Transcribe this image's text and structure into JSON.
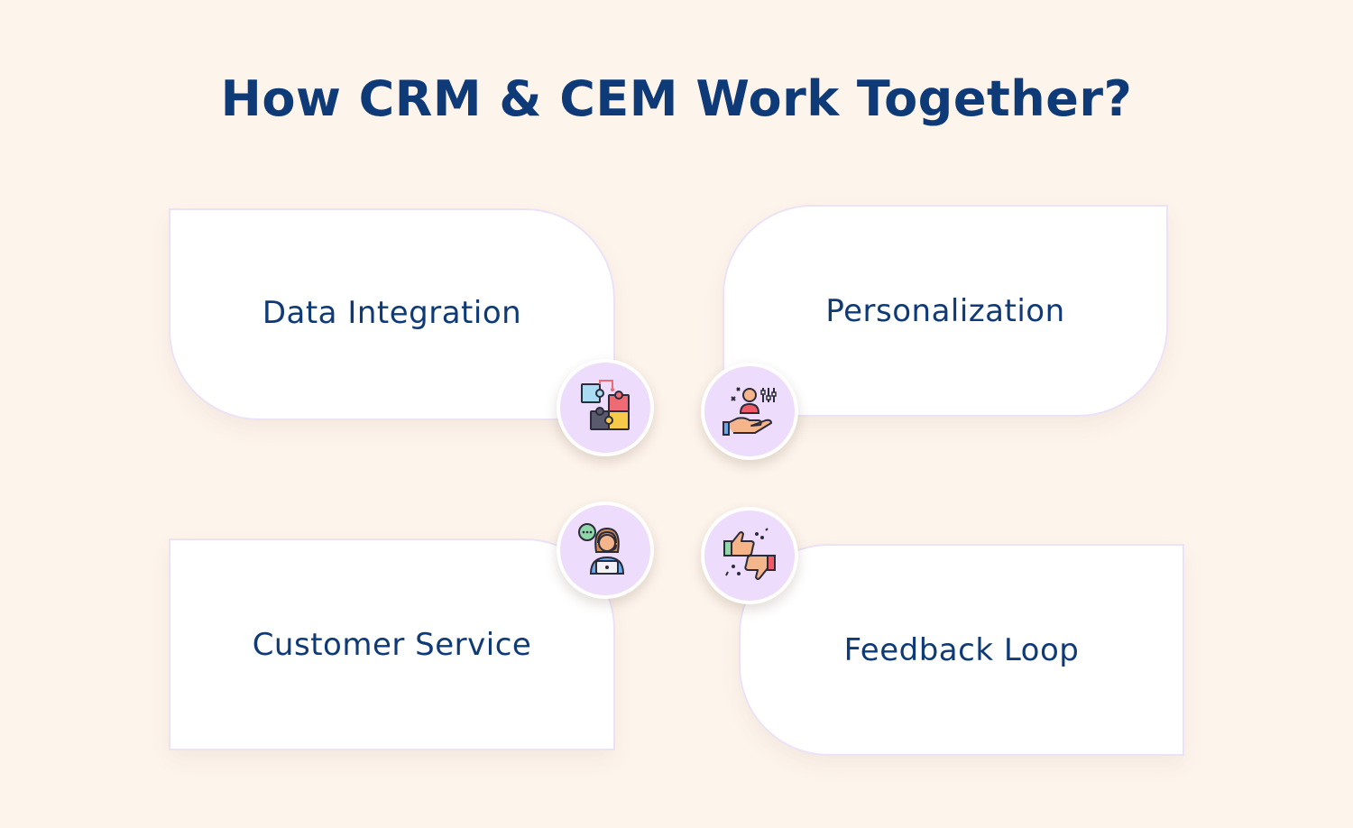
{
  "title": "How CRM & CEM Work Together?",
  "cards": [
    {
      "label": "Data Integration",
      "icon": "puzzle-icon"
    },
    {
      "label": "Personalization",
      "icon": "user-hand-settings-icon"
    },
    {
      "label": "Customer Service",
      "icon": "support-agent-icon"
    },
    {
      "label": "Feedback Loop",
      "icon": "thumbs-up-down-icon"
    }
  ],
  "colors": {
    "background": "#fdf4ec",
    "title": "#0f3a78",
    "card": "#ffffff",
    "card_border": "#ece2f7",
    "badge": "#eddcfb"
  }
}
